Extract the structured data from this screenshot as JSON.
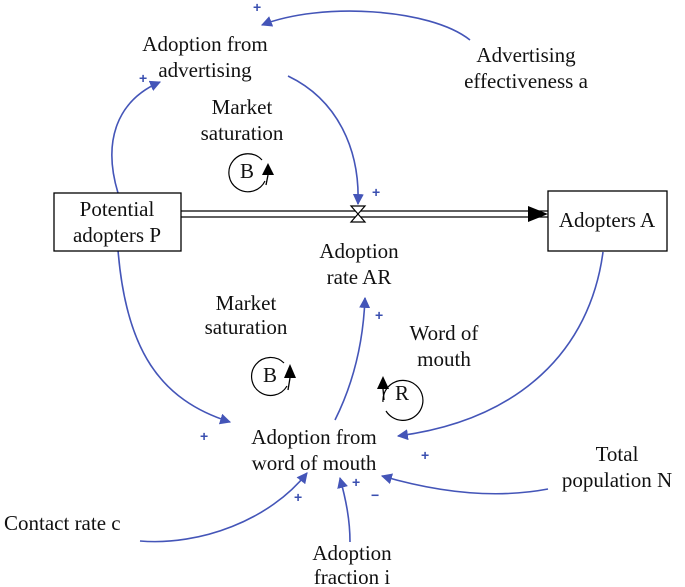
{
  "nodes": {
    "potential_adopters": [
      "Potential",
      "adopters P"
    ],
    "adopters": [
      "Adopters A"
    ],
    "adoption_rate": [
      "Adoption",
      "rate AR"
    ],
    "adoption_from_advertising": [
      "Adoption from",
      "advertising"
    ],
    "advertising_effectiveness": [
      "Advertising",
      "effectiveness a"
    ],
    "adoption_from_wom": [
      "Adoption from",
      "word of mouth"
    ],
    "total_population": [
      "Total",
      "population N"
    ],
    "contact_rate": [
      "Contact rate c"
    ],
    "adoption_fraction": [
      "Adoption",
      "fraction i"
    ]
  },
  "loops": {
    "market_saturation_top": {
      "label": [
        "Market",
        "saturation"
      ],
      "symbol": "B"
    },
    "market_saturation_bottom": {
      "label": [
        "Market",
        "saturation"
      ],
      "symbol": "B"
    },
    "word_of_mouth": {
      "label": [
        "Word of",
        "mouth"
      ],
      "symbol": "R"
    }
  },
  "links": [
    {
      "from": "advertising_effectiveness",
      "to": "adoption_from_advertising",
      "polarity": "+"
    },
    {
      "from": "potential_adopters",
      "to": "adoption_from_advertising",
      "polarity": "+"
    },
    {
      "from": "adoption_from_advertising",
      "to": "adoption_rate",
      "polarity": "+"
    },
    {
      "from": "potential_adopters",
      "to": "adoption_from_wom",
      "polarity": "+"
    },
    {
      "from": "adoption_from_wom",
      "to": "adoption_rate",
      "polarity": "+"
    },
    {
      "from": "adopters",
      "to": "adoption_from_wom",
      "polarity": "+"
    },
    {
      "from": "contact_rate",
      "to": "adoption_from_wom",
      "polarity": "+"
    },
    {
      "from": "adoption_fraction",
      "to": "adoption_from_wom",
      "polarity": "+"
    },
    {
      "from": "total_population",
      "to": "adoption_from_wom",
      "polarity": "−"
    }
  ],
  "colors": {
    "link": "#4455b8",
    "flow": "#000000",
    "text": "#111111"
  }
}
